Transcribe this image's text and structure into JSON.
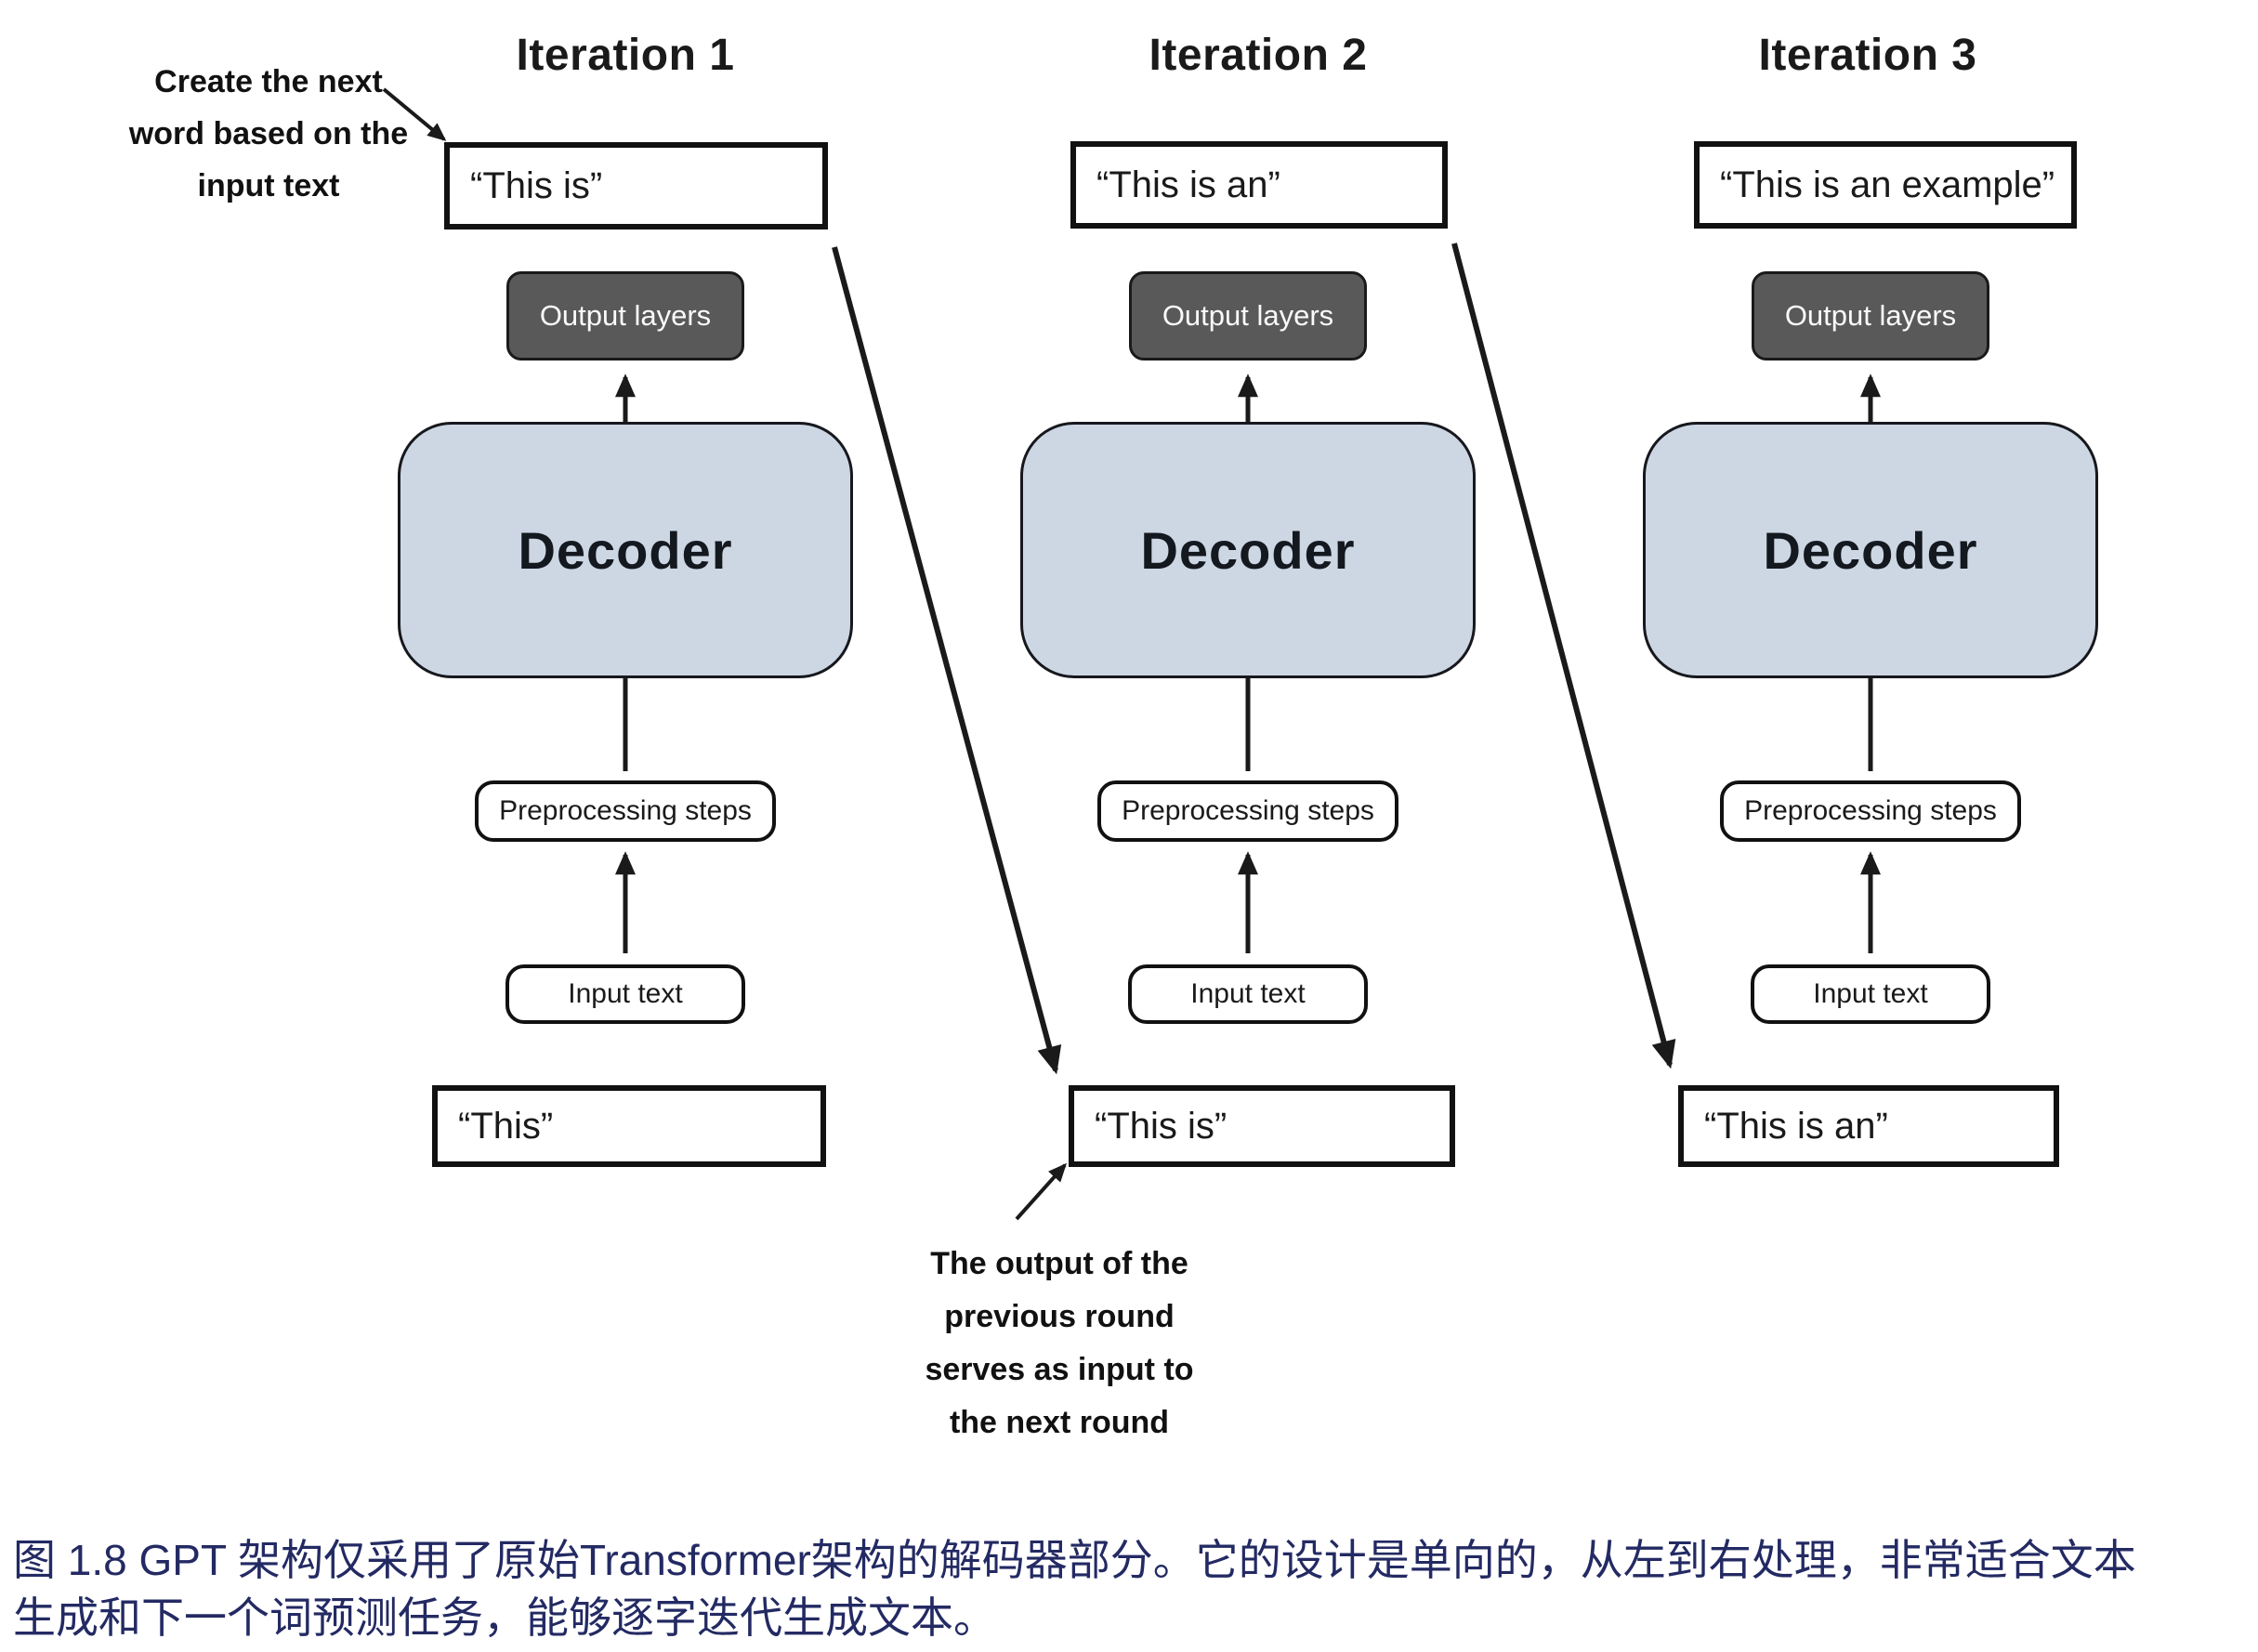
{
  "figure": {
    "iterations": [
      {
        "title": "Iteration 1",
        "output_box": "“This is”",
        "output_layers": "Output layers",
        "decoder": "Decoder",
        "preprocessing": "Preprocessing steps",
        "input_label": "Input text",
        "input_box": "“This”"
      },
      {
        "title": "Iteration 2",
        "output_box": "“This is an”",
        "output_layers": "Output layers",
        "decoder": "Decoder",
        "preprocessing": "Preprocessing steps",
        "input_label": "Input text",
        "input_box": "“This is”"
      },
      {
        "title": "Iteration 3",
        "output_box": "“This is an example”",
        "output_layers": "Output layers",
        "decoder": "Decoder",
        "preprocessing": "Preprocessing steps",
        "input_label": "Input text",
        "input_box": "“This is an”"
      }
    ],
    "annotations": {
      "create_next": [
        "Create the next",
        "word based on the",
        "input text"
      ],
      "output_previous": [
        "The output of the",
        "previous round",
        "serves as input to",
        "the next round"
      ]
    },
    "caption": {
      "line1": "图 1.8  GPT 架构仅采用了原始Transformer架构的解码器部分。它的设计是单向的，从左到右处理，非常适合文本",
      "line2": "生成和下一个词预测任务，能够逐字迭代生成文本。"
    },
    "colors": {
      "decoder_fill": "#cdd7e4",
      "output_layers_fill": "#595959",
      "caption_text": "#232a63",
      "line": "#1a1a1a"
    }
  }
}
